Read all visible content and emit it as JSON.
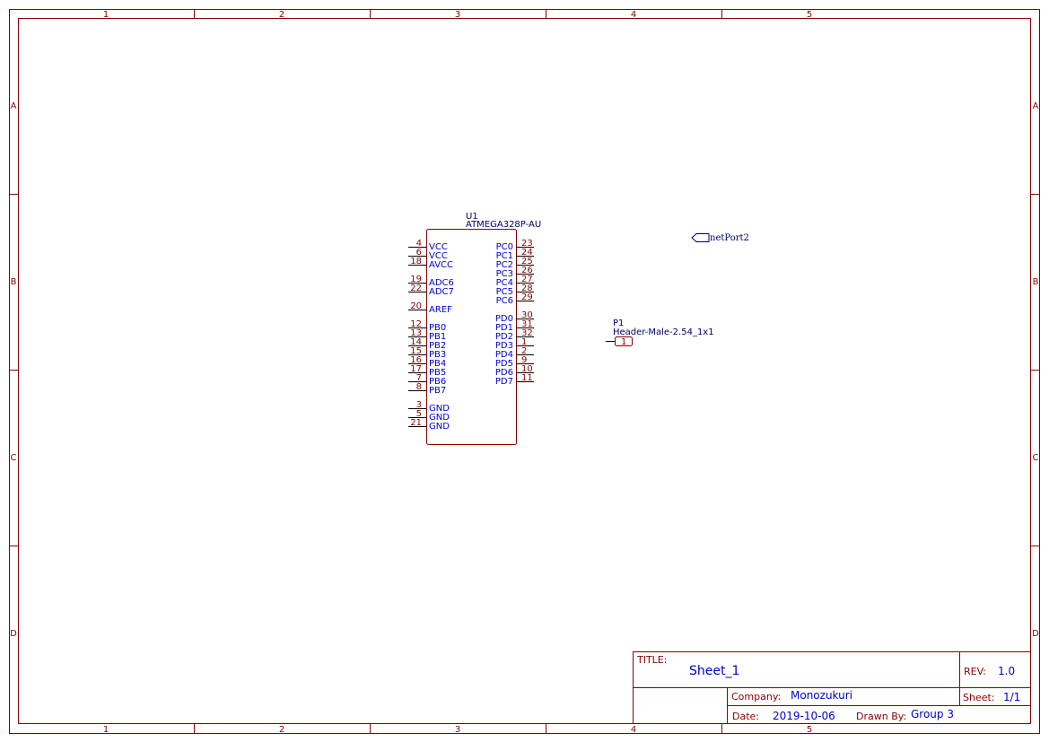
{
  "frame": {
    "columns": [
      "1",
      "2",
      "3",
      "4",
      "5"
    ],
    "rows": [
      "A",
      "B",
      "C",
      "D"
    ]
  },
  "components": {
    "u1": {
      "ref": "U1",
      "part": "ATMEGA328P-AU",
      "left_pins": [
        {
          "num": "4",
          "name": "VCC"
        },
        {
          "num": "6",
          "name": "VCC"
        },
        {
          "num": "18",
          "name": "AVCC"
        },
        {
          "num": "19",
          "name": "ADC6"
        },
        {
          "num": "22",
          "name": "ADC7"
        },
        {
          "num": "20",
          "name": "AREF"
        },
        {
          "num": "12",
          "name": "PB0"
        },
        {
          "num": "13",
          "name": "PB1"
        },
        {
          "num": "14",
          "name": "PB2"
        },
        {
          "num": "15",
          "name": "PB3"
        },
        {
          "num": "16",
          "name": "PB4"
        },
        {
          "num": "17",
          "name": "PB5"
        },
        {
          "num": "7",
          "name": "PB6"
        },
        {
          "num": "8",
          "name": "PB7"
        },
        {
          "num": "3",
          "name": "GND"
        },
        {
          "num": "5",
          "name": "GND"
        },
        {
          "num": "21",
          "name": "GND"
        }
      ],
      "right_pins": [
        {
          "num": "23",
          "name": "PC0"
        },
        {
          "num": "24",
          "name": "PC1"
        },
        {
          "num": "25",
          "name": "PC2"
        },
        {
          "num": "26",
          "name": "PC3"
        },
        {
          "num": "27",
          "name": "PC4"
        },
        {
          "num": "28",
          "name": "PC5"
        },
        {
          "num": "29",
          "name": "PC6"
        },
        {
          "num": "30",
          "name": "PD0"
        },
        {
          "num": "31",
          "name": "PD1"
        },
        {
          "num": "32",
          "name": "PD2"
        },
        {
          "num": "1",
          "name": "PD3"
        },
        {
          "num": "2",
          "name": "PD4"
        },
        {
          "num": "9",
          "name": "PD5"
        },
        {
          "num": "10",
          "name": "PD6"
        },
        {
          "num": "11",
          "name": "PD7"
        }
      ]
    },
    "p1": {
      "ref": "P1",
      "part": "Header-Male-2.54_1x1",
      "pin": "1"
    },
    "net_port": {
      "label": "netPort2"
    }
  },
  "title_block": {
    "title_label": "TITLE:",
    "title": "Sheet_1",
    "rev_label": "REV:",
    "rev": "1.0",
    "company_label": "Company:",
    "company": "Monozukuri",
    "sheet_label": "Sheet:",
    "sheet": "1/1",
    "date_label": "Date:",
    "date": "2019-10-06",
    "drawn_label": "Drawn By:",
    "drawn": "Group 3"
  },
  "colors": {
    "frame": "#880000",
    "pin_name": "#0000cc",
    "ref_text": "#000066",
    "background": "#ffffff"
  }
}
